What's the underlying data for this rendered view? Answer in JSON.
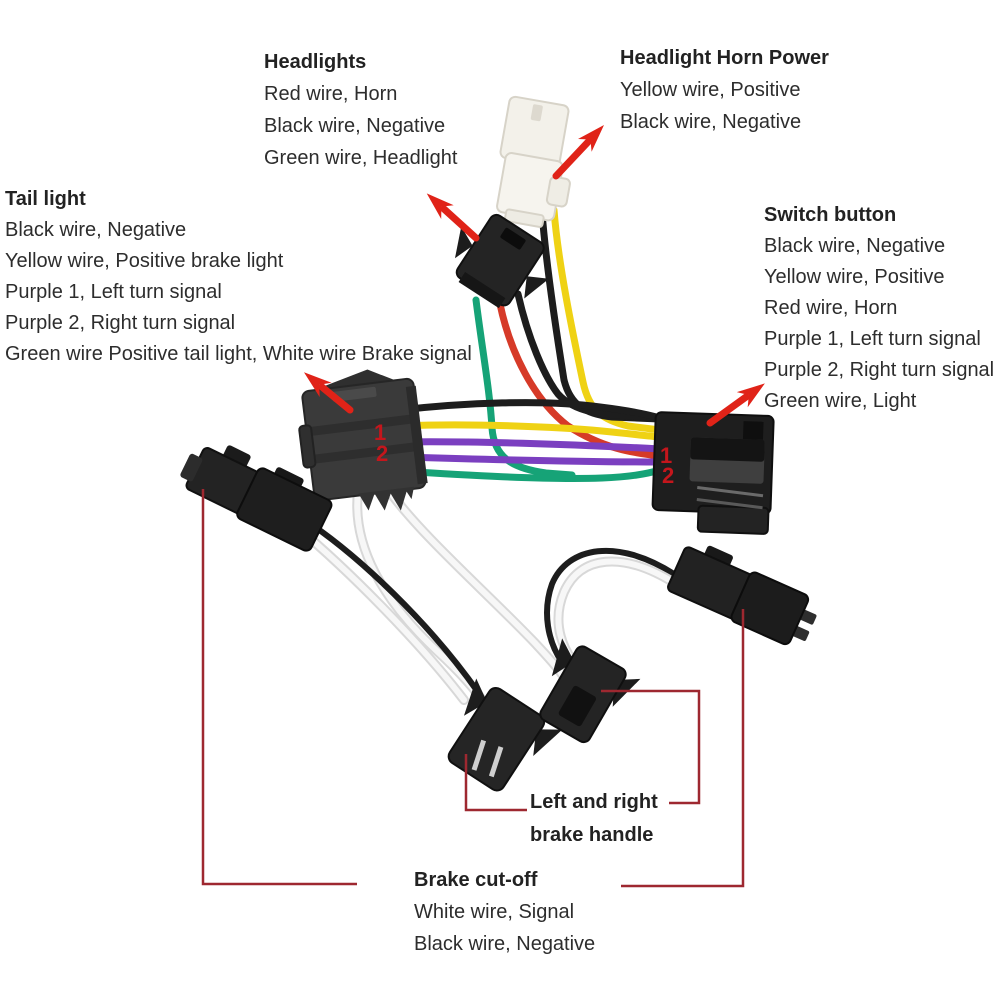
{
  "colors": {
    "text": "#2d2d2d",
    "arrow_red": "#e02318",
    "bracket_red": "#9e2830",
    "pin_red": "#c4161c",
    "wire_black": "#1d1d1d",
    "wire_yellow": "#efd214",
    "wire_purple": "#7b3fc0",
    "wire_green": "#16a377",
    "wire_red": "#d63a28",
    "connector_black": "#242424",
    "connector_white": "#f4f2ec"
  },
  "labels": {
    "headlights": {
      "title": "Headlights",
      "lines": [
        "Red wire, Horn",
        "Black wire, Negative",
        "Green wire, Headlight"
      ]
    },
    "headlight_horn_power": {
      "title": "Headlight Horn Power",
      "lines": [
        "Yellow wire, Positive",
        "Black wire, Negative"
      ]
    },
    "tail_light": {
      "title": "Tail light",
      "lines": [
        "Black wire, Negative",
        "Yellow wire, Positive brake light",
        "Purple 1, Left turn signal",
        "Purple 2, Right turn signal",
        "Green wire Positive tail light, White wire Brake signal"
      ]
    },
    "switch_button": {
      "title": "Switch button",
      "lines": [
        "Black wire, Negative",
        "Yellow wire, Positive",
        "Red wire, Horn",
        "Purple 1, Left turn signal",
        "Purple 2, Right turn signal",
        "Green wire, Light"
      ]
    },
    "brake_handle": {
      "title_line1": "Left and right",
      "title_line2": "brake handle"
    },
    "brake_cut_off": {
      "title": "Brake cut-off",
      "lines": [
        "White wire, Signal",
        "Black wire, Negative"
      ]
    }
  },
  "pins": {
    "left": {
      "p1": "1",
      "p2": "2"
    },
    "right": {
      "p1": "1",
      "p2": "2"
    }
  }
}
